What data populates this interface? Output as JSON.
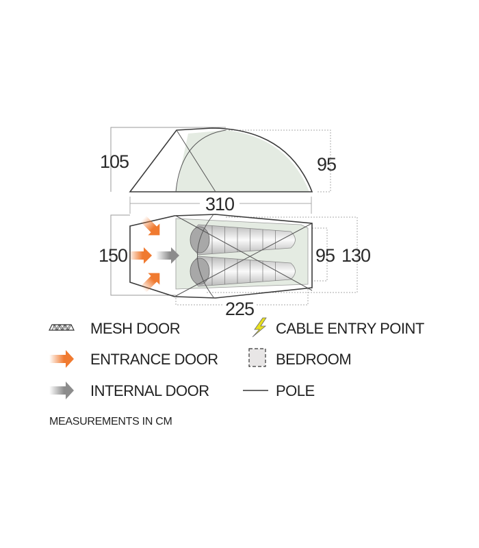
{
  "dimensions": {
    "front_height": "105",
    "rear_height": "95",
    "total_length": "310",
    "front_width": "150",
    "inner_width": "95",
    "rear_width": "130",
    "inner_length": "225"
  },
  "legend": {
    "mesh_door": "MESH DOOR",
    "entrance_door": "ENTRANCE DOOR",
    "internal_door": "INTERNAL DOOR",
    "cable_entry_point": "CABLE ENTRY POINT",
    "bedroom": "BEDROOM",
    "pole": "POLE"
  },
  "note": "MEASUREMENTS IN CM",
  "colors": {
    "entrance": "#f07a30",
    "internal": "#8c8c8c",
    "bedroom_fill": "#e4ebe2",
    "outline": "#3a3a3a",
    "cable": "#e8e020"
  }
}
